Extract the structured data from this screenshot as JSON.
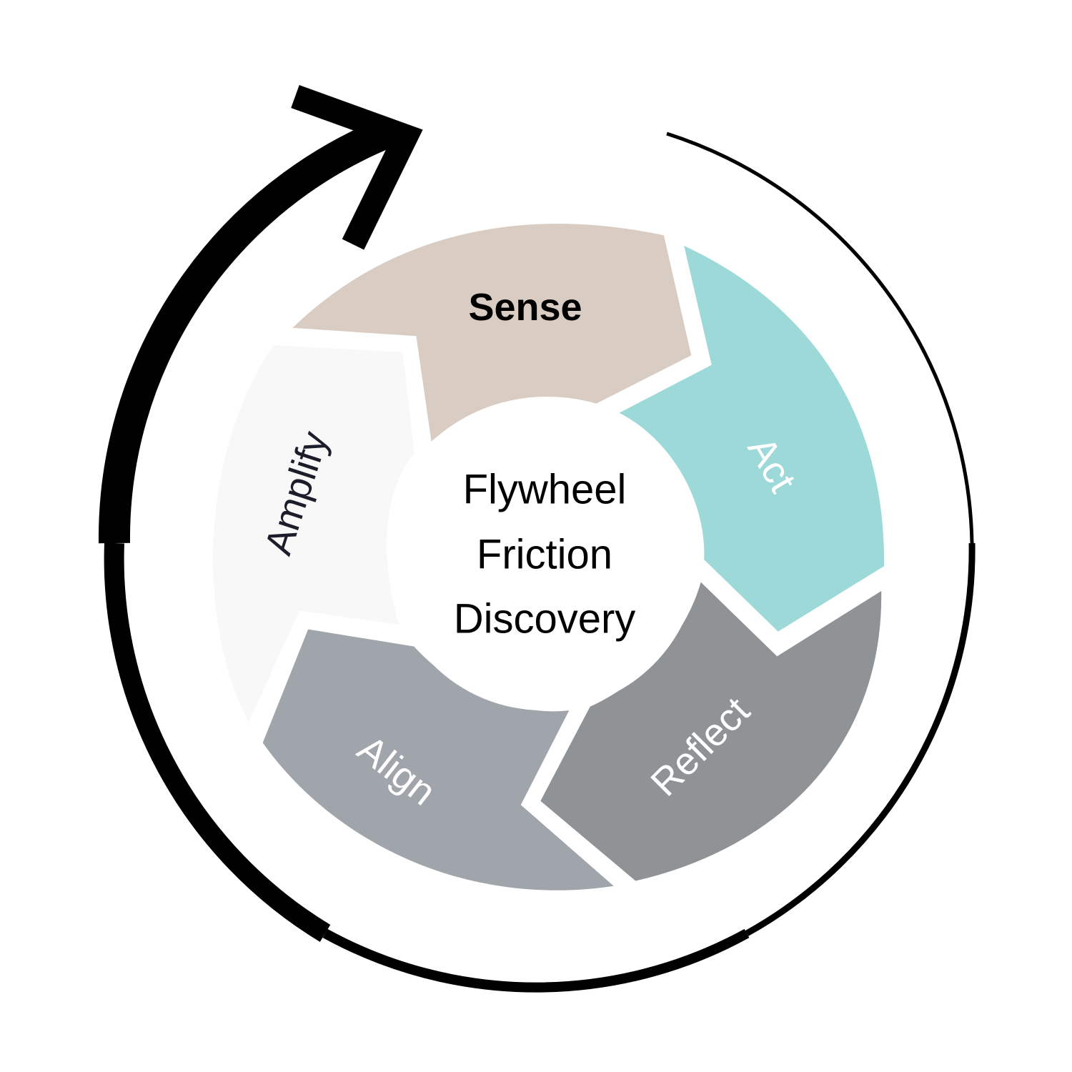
{
  "center": {
    "lines": [
      "Flywheel",
      "Friction",
      "Discovery"
    ]
  },
  "segments": [
    {
      "key": "sense",
      "label": "Sense",
      "color": "#D9CCC3",
      "text_color": "#000000",
      "bold": true
    },
    {
      "key": "act",
      "label": "Act",
      "color": "#9DD9D8",
      "text_color": "#FFFFFF",
      "bold": false
    },
    {
      "key": "reflect",
      "label": "Reflect",
      "color": "#8F9396",
      "text_color": "#FFFFFF",
      "bold": false
    },
    {
      "key": "align",
      "label": "Align",
      "color": "#A0A5AC",
      "text_color": "#FFFFFF",
      "bold": false
    },
    {
      "key": "amplify",
      "label": "Amplify",
      "color": "#F7F8F7",
      "text_color": "#1B1D2A",
      "bold": false
    }
  ],
  "cycle": {
    "direction": "clockwise",
    "stroke_color": "#000000",
    "has_arrowhead": true
  }
}
